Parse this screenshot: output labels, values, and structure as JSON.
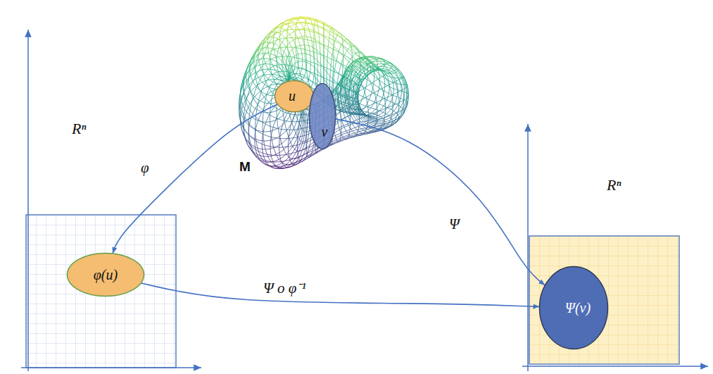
{
  "diagram": {
    "nodes": [
      {
        "text": [
          "u"
        ]
      },
      {
        "text": [
          "v"
        ]
      },
      {
        "text": [
          "φ(u)"
        ]
      },
      {
        "text": [
          "Ψ(v)"
        ]
      }
    ],
    "edges": [
      {
        "from": 0,
        "to": 2,
        "arrow": "to",
        "label": "φ"
      },
      {
        "from": 1,
        "to": 3,
        "arrow": "to",
        "label": "Ψ"
      },
      {
        "from": 2,
        "to": 3,
        "arrow": "to",
        "label": "Ψ o φ⁻¹"
      }
    ],
    "labels": [
      "M",
      "Rⁿ",
      "Rⁿ"
    ]
  }
}
